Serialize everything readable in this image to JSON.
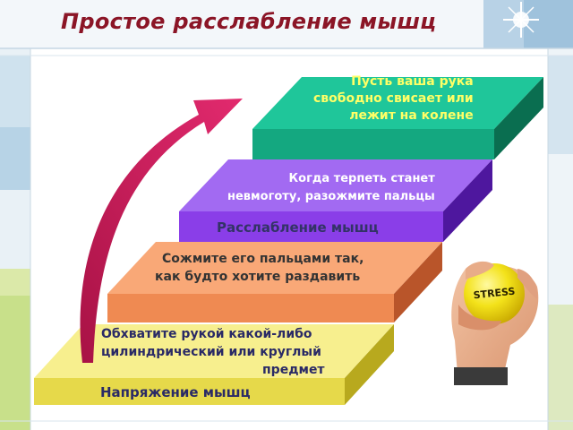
{
  "title": "Простое расслабление мышц",
  "steps": {
    "tension_label": "Напряжение мышц",
    "grab": [
      "Обхватите рукой какой-либо",
      "цилиндрический или круглый",
      "предмет"
    ],
    "squeeze": [
      "Сожмите его пальцами так,",
      "как будто хотите раздавить"
    ],
    "relax_label": "Расслабление мышц",
    "open": [
      "Когда терпеть станет",
      "невмоготу, разожмите пальцы"
    ],
    "arm": [
      "Пусть ваша рука",
      "свободно свисает или",
      "лежит на колене"
    ]
  },
  "ball_text": "STRESS",
  "colors": {
    "title": "#8b1526",
    "step_yellow": "#f0e468",
    "step_orange": "#f79a62",
    "step_purple": "#8a3ee8",
    "step_green": "#18b98e",
    "arrow": "#d21a5e"
  }
}
